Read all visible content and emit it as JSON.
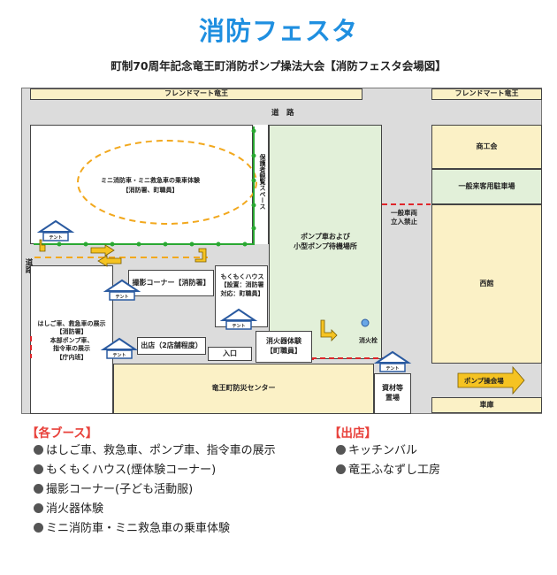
{
  "title": "消防フェスタ",
  "subtitle": "町制70周年記念竜王町消防ポンプ操法大会【消防フェスタ会場図】",
  "map": {
    "store_left": "フレンドマート竜王",
    "store_right": "フレンドマート竜王",
    "road_top": "道　路",
    "road_left": "道路",
    "ride_experience": "ミニ消防車・ミニ救急車の乗車体験\n【消防署、町職員】",
    "guardian_space": "保護者観覧スペース",
    "pump_waiting": "ポンプ車および\n小型ポンプ待機場所",
    "no_entry": "一般車両\n立入禁止",
    "shokokai": "商工会",
    "parking": "一般来客用駐車場",
    "seikan": "西館",
    "photo_corner": "撮影コーナー【消防署】",
    "mokumoku": "もくもくハウス\n【設置：消防署\n対応：町職員】",
    "extinguisher": "消火器体験\n【町職員】",
    "hydrant": "消火栓",
    "vehicle_display": "はしご車、救急車の展示\n【消防署】\n本部ポンプ車、\n指令車の展示\n【庁内班】",
    "stalls": "出店（2店舗程度）",
    "entrance": "入口",
    "disaster_center": "竜王町防災センター",
    "equipment_storage": "資材等\n置場",
    "to_pump_venue": "ポンプ操会場",
    "garage": "車庫",
    "tent": "テント"
  },
  "legend": {
    "booths_title": "【各ブース】",
    "booths": [
      "はしご車、救急車、ポンプ車、指令車の展示",
      "もくもくハウス(煙体験コーナー)",
      "撮影コーナー(子ども活動服)",
      "消火器体験",
      "ミニ消防車・ミニ救急車の乗車体験"
    ],
    "shops_title": "【出店】",
    "shops": [
      "キッチンバル",
      "竜王ふなずし工房"
    ]
  },
  "colors": {
    "title": "#1f8fe0",
    "legend_heading": "#e8403a",
    "green_line": "#2aa832",
    "orange_dash": "#f2a81d",
    "red_dash": "#e0262b",
    "arrow_yellow": "#f5c322",
    "tent_blue": "#2a5aa0"
  }
}
